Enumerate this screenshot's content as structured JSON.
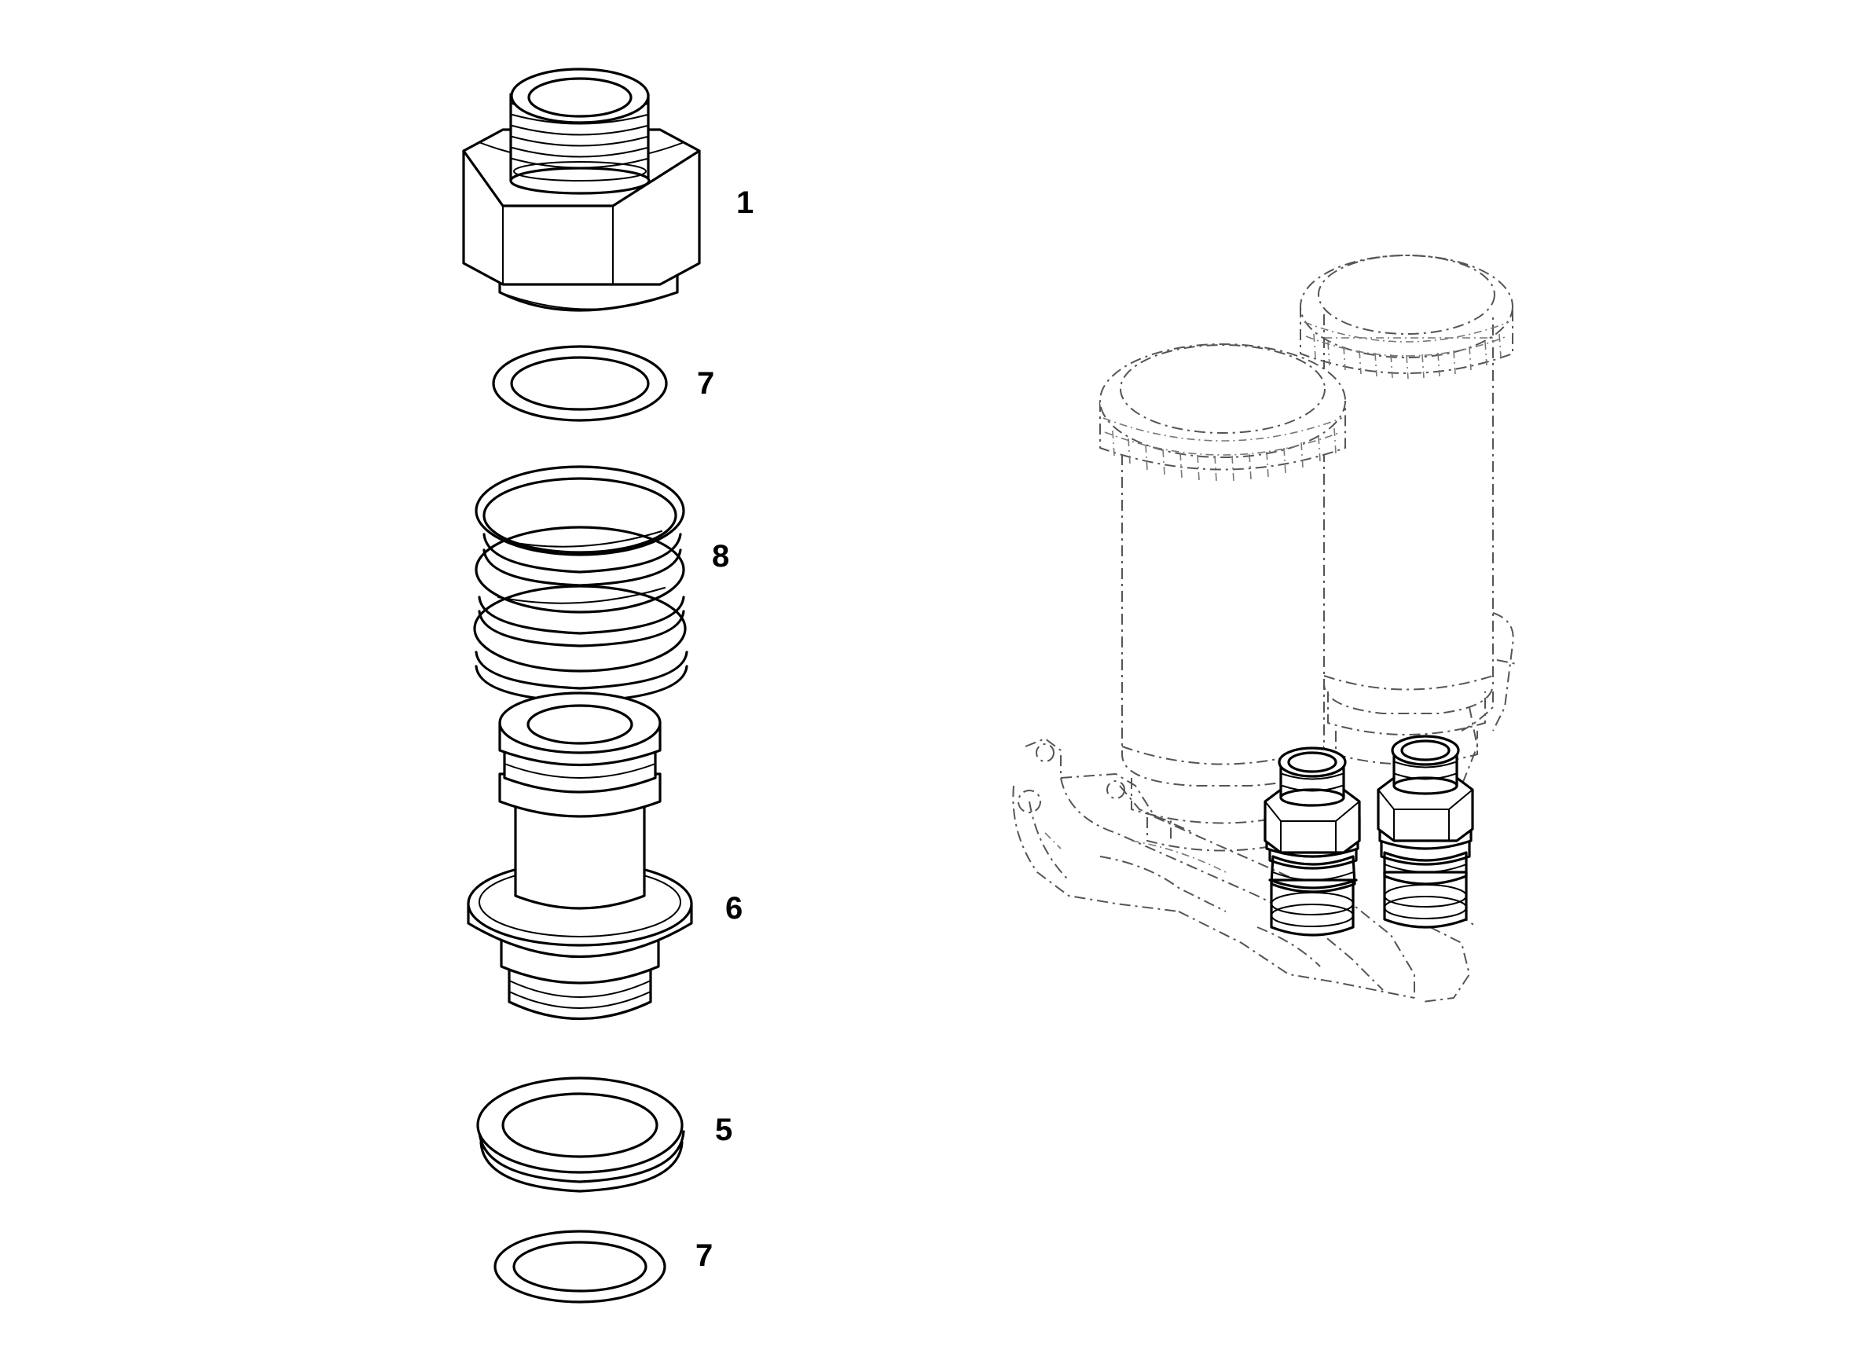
{
  "callouts": {
    "c1": "1",
    "c7a": "7",
    "c8": "8",
    "c6": "6",
    "c5": "5",
    "c7b": "7"
  }
}
